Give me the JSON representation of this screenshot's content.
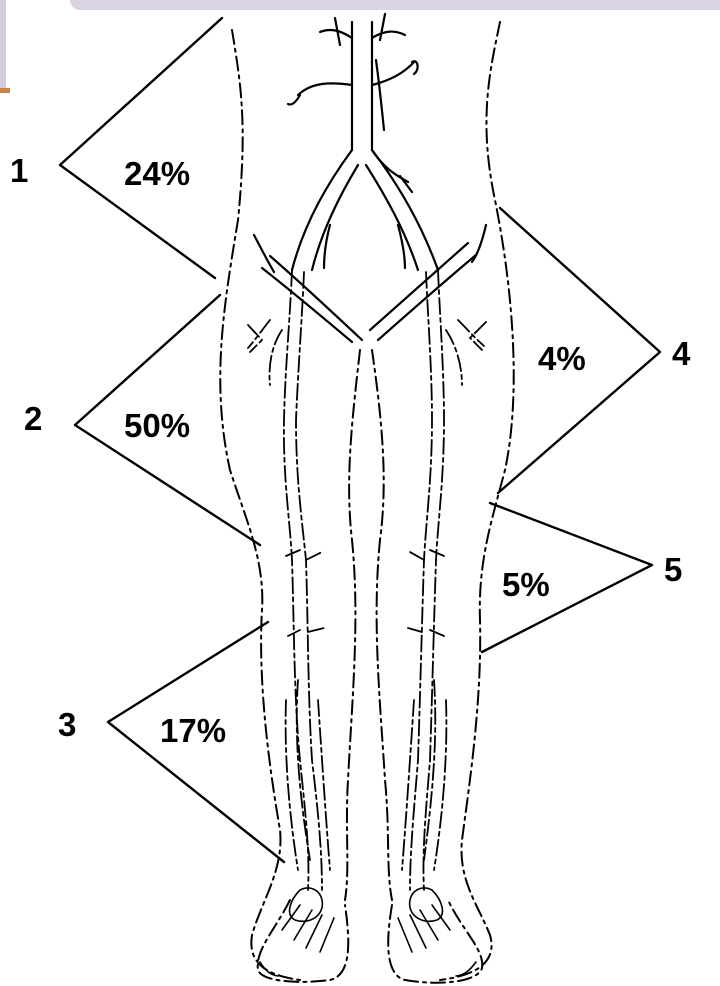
{
  "regions": [
    {
      "number": "1",
      "percent": "24%"
    },
    {
      "number": "2",
      "percent": "50%"
    },
    {
      "number": "3",
      "percent": "17%"
    },
    {
      "number": "4",
      "percent": "4%"
    },
    {
      "number": "5",
      "percent": "5%"
    }
  ],
  "colors": {
    "ink": "#000000",
    "frame": "#dad4e2",
    "accent": "#c9834a"
  }
}
